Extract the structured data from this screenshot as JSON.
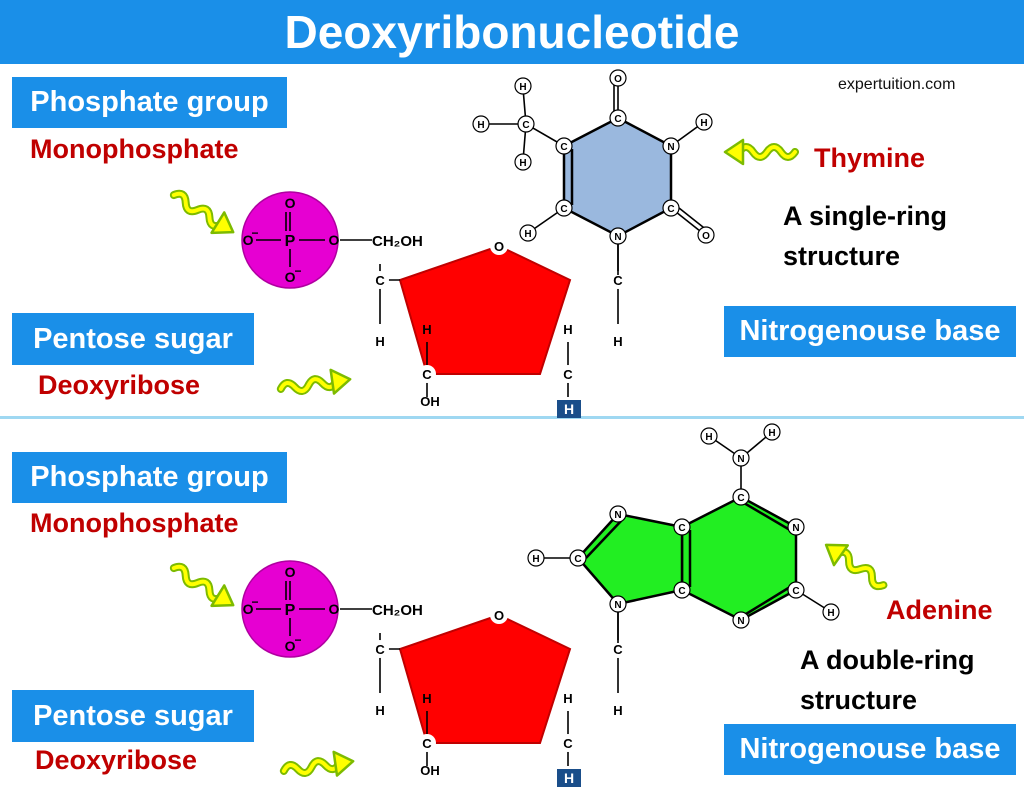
{
  "title": "Deoxyribonucleotide",
  "site": "expertuition.com",
  "colors": {
    "banner": "#1a8fe8",
    "phosphate": "#e600d2",
    "sugar": "#ff0000",
    "thymine_ring": "#9ab8de",
    "adenine_ring": "#22ee22",
    "label_red": "#c00000",
    "arrow": "#ffff00",
    "divider": "#9fd8f2"
  },
  "atoms": {
    "O": "O",
    "P": "P",
    "C": "C",
    "H": "H",
    "N": "N",
    "minus": "−",
    "ch2oh": "CH₂OH",
    "oh": "OH"
  },
  "sections": [
    {
      "phosphate_box": "Phosphate group",
      "phosphate_type": "Monophosphate",
      "sugar_box": "Pentose sugar",
      "sugar_type": "Deoxyribose",
      "base_box": "Nitrogenouse base",
      "base_name": "Thymine",
      "base_desc_line1": "A single-ring",
      "base_desc_line2": "structure"
    },
    {
      "phosphate_box": "Phosphate group",
      "phosphate_type": "Monophosphate",
      "sugar_box": "Pentose sugar",
      "sugar_type": "Deoxyribose",
      "base_box": "Nitrogenouse base",
      "base_name": "Adenine",
      "base_desc_line1": "A double-ring",
      "base_desc_line2": "structure"
    }
  ]
}
